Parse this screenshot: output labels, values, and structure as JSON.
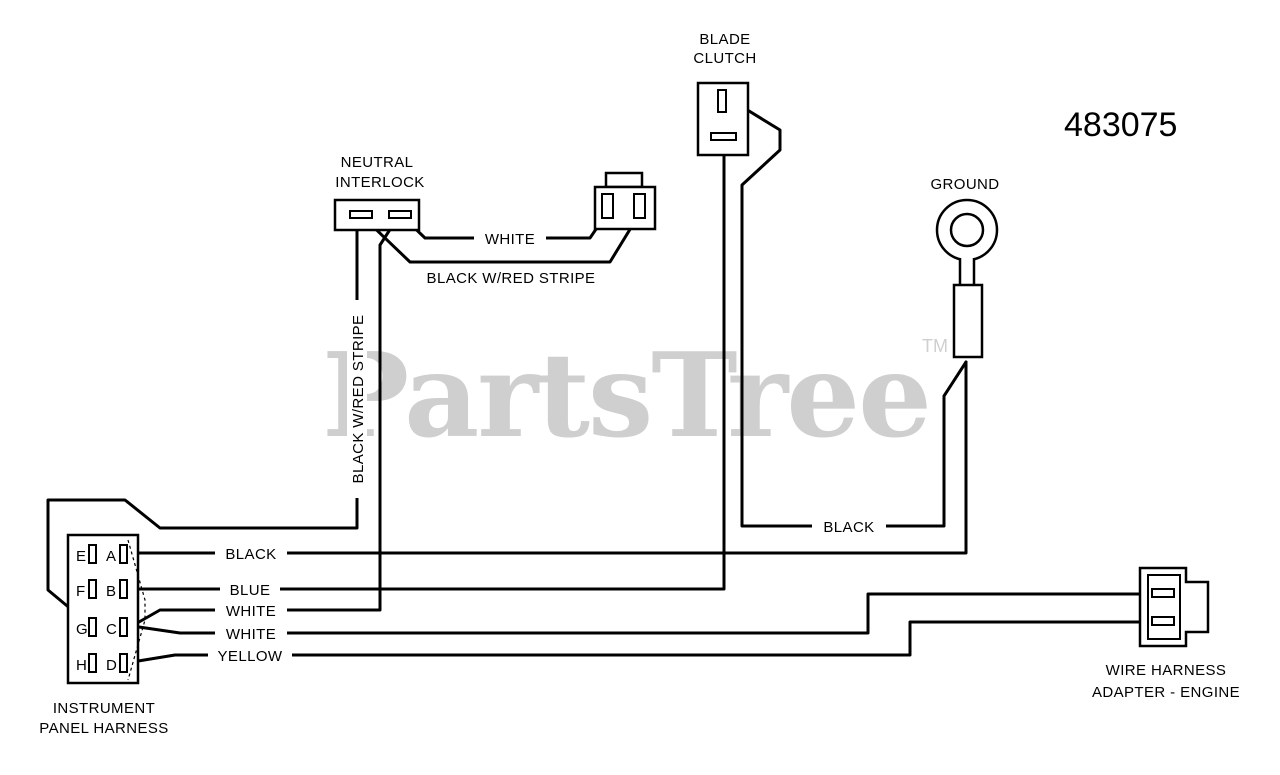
{
  "part_number": "483075",
  "watermark": {
    "text": "PartsTree",
    "trademark": "TM"
  },
  "components": {
    "blade_clutch": {
      "line1": "BLADE",
      "line2": "CLUTCH"
    },
    "neutral_interlock": {
      "line1": "NEUTRAL",
      "line2": "INTERLOCK"
    },
    "ground": {
      "label": "GROUND"
    },
    "instrument_panel_harness": {
      "line1": "INSTRUMENT",
      "line2": "PANEL HARNESS",
      "pins_left": [
        "E",
        "F",
        "G",
        "H"
      ],
      "pins_right": [
        "A",
        "B",
        "C",
        "D"
      ]
    },
    "wire_harness_adapter": {
      "line1": "WIRE HARNESS",
      "line2": "ADAPTER - ENGINE"
    }
  },
  "wire_labels": {
    "white_interlock": "WHITE",
    "black_red_stripe_horizontal": "BLACK W/RED STRIPE",
    "black_red_stripe_vertical": "BLACK W/RED STRIPE",
    "black_ground": "BLACK",
    "pin_a": "BLACK",
    "pin_b": "BLUE",
    "pin_c_upper": "WHITE",
    "pin_c_lower": "WHITE",
    "pin_d": "YELLOW"
  }
}
